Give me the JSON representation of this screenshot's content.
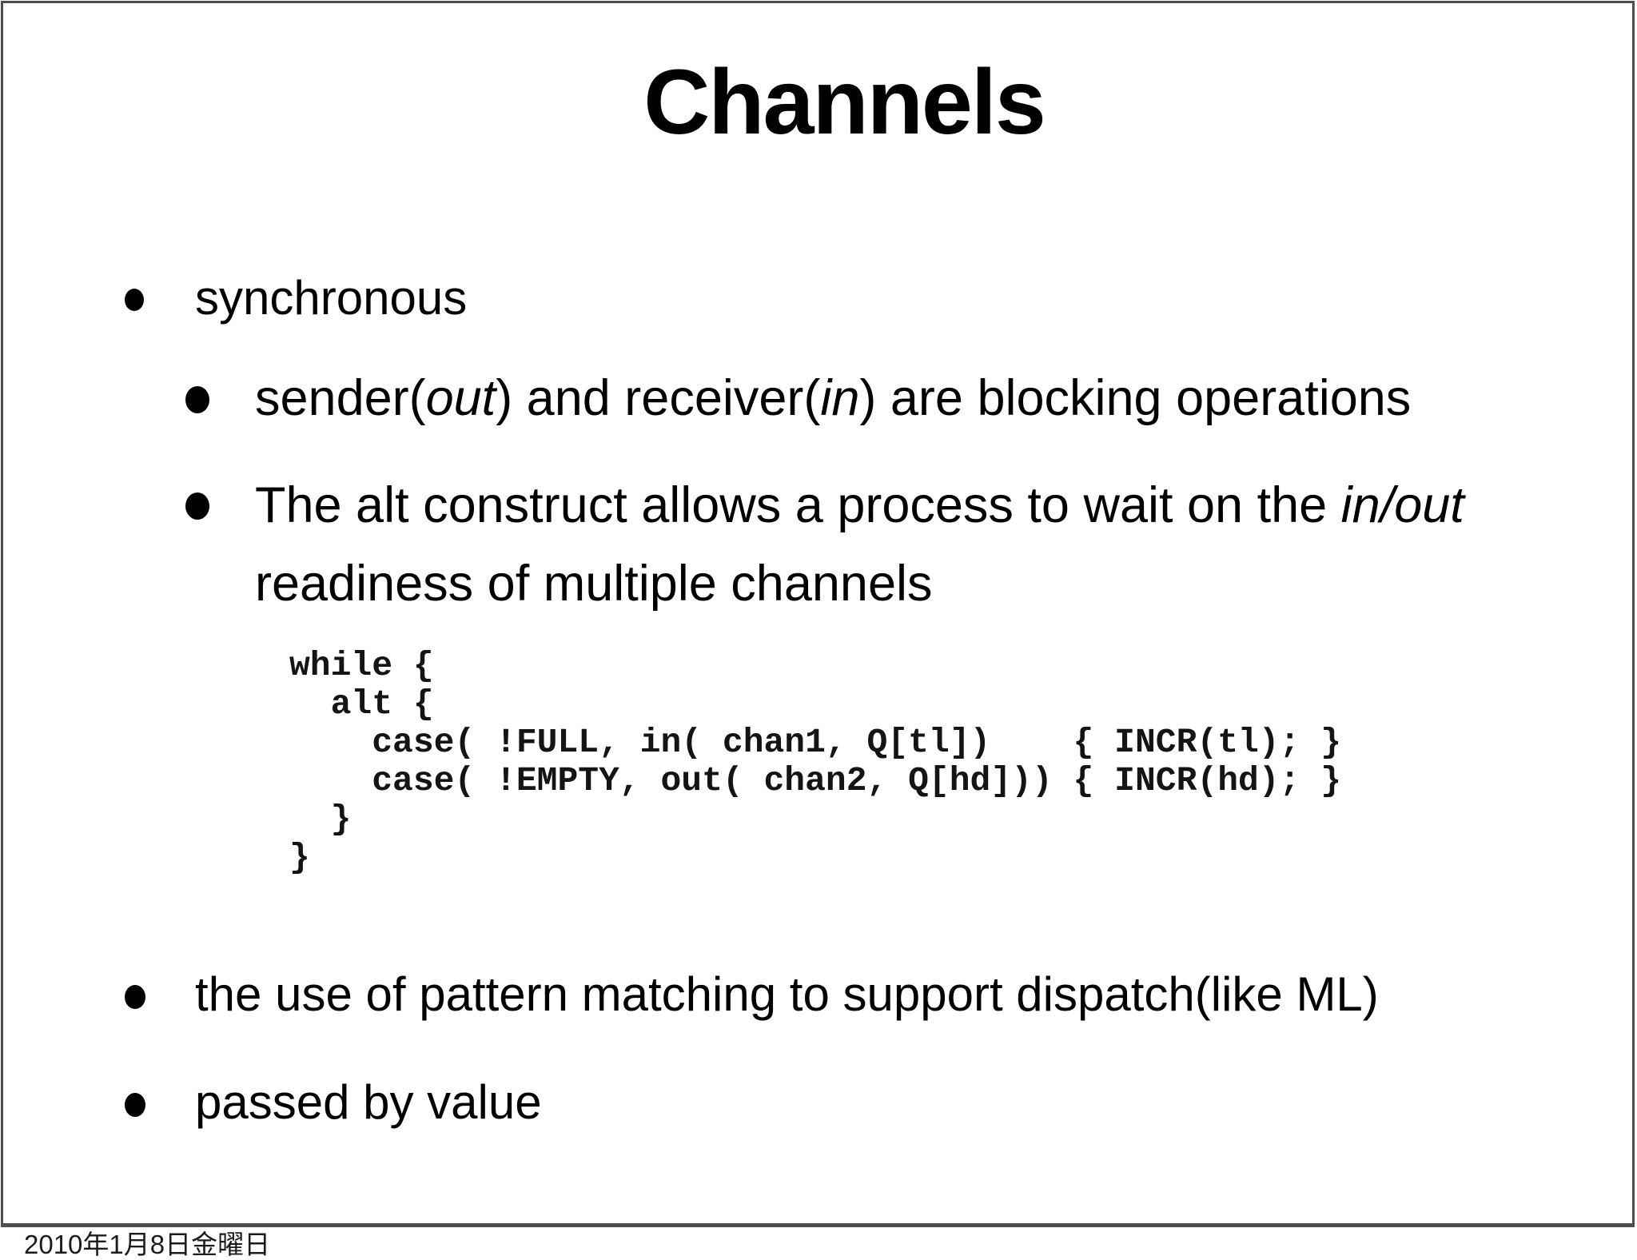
{
  "slide": {
    "title": "Channels",
    "bullets": [
      {
        "level": 1,
        "lines": [
          [
            {
              "text": "synchronous"
            }
          ]
        ]
      },
      {
        "level": 2,
        "lines": [
          [
            {
              "text": "sender("
            },
            {
              "text": "out",
              "italic": true
            },
            {
              "text": ") and receiver("
            },
            {
              "text": "in",
              "italic": true
            },
            {
              "text": ") are blocking operations"
            }
          ]
        ]
      },
      {
        "level": 2,
        "lines": [
          [
            {
              "text": "The alt construct allows a process to wait on the "
            },
            {
              "text": "in/out",
              "italic": true
            }
          ],
          [
            {
              "text": "readiness of multiple channels"
            }
          ]
        ]
      },
      {
        "level": 1,
        "lines": [
          [
            {
              "text": "the use of pattern matching to support dispatch(like ML)"
            }
          ]
        ]
      },
      {
        "level": 1,
        "lines": [
          [
            {
              "text": "passed by value"
            }
          ]
        ]
      }
    ],
    "code_lines": [
      "while {",
      "  alt {",
      "    case( !FULL, in( chan1, Q[tl])    { INCR(tl); }",
      "    case( !EMPTY, out( chan2, Q[hd])) { INCR(hd); }",
      "  }",
      "}"
    ],
    "footer_date": "2010年1月8日金曜日",
    "colors": {
      "background": "#ffffff",
      "text": "#000000",
      "slide_border": "#4d4d4d"
    }
  }
}
